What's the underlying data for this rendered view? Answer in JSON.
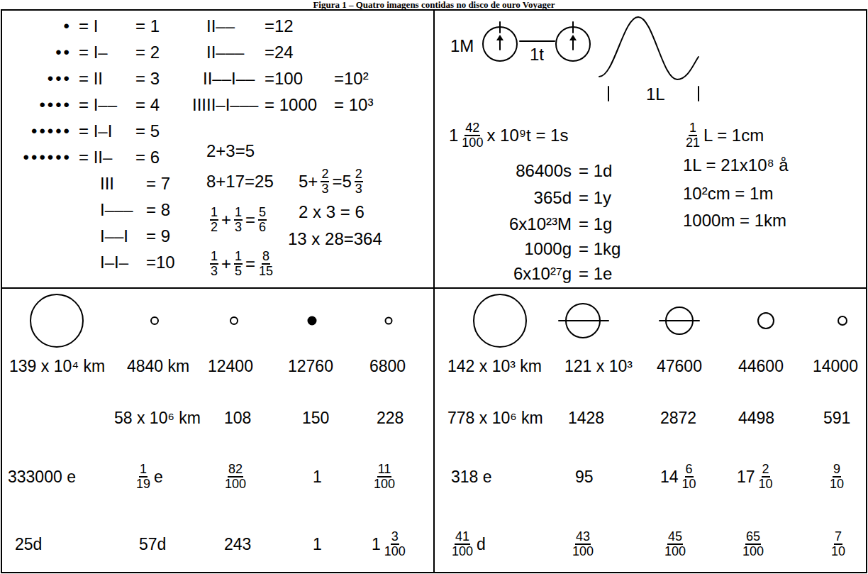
{
  "diagram": {
    "title": "Figura 1 – Quatro imagens contidas no disco de ouro Voyager",
    "nodes": [
      {
        "text": [
          "•",
          "= I",
          "= 1",
          "••",
          "= I–",
          "= 2",
          "•••",
          "= II",
          "= 3",
          "••••",
          "= I––",
          "= 4",
          "•••••",
          "= I–I",
          "= 5",
          "••••••",
          "= II–",
          "= 6",
          "III",
          "= 7",
          "I–––",
          "= 8",
          "I––I",
          "= 9",
          "I–I–",
          "=10",
          "II––",
          "=12",
          "II–––",
          "=24",
          "II––I––",
          "=100",
          "=10²",
          "IIIII–I–––",
          "= 1000",
          "= 10³",
          "2+3=5",
          "8+17=25",
          "5+",
          "2",
          "3",
          "=5",
          "2",
          "3",
          "1",
          "2",
          "+",
          "1",
          "3",
          "=",
          "5",
          "6",
          "2 x 3 = 6",
          "13 x 28=364",
          "1",
          "3",
          "+",
          "1",
          "5",
          "=",
          "8",
          "15"
        ]
      },
      {
        "text": [
          "1M",
          "1t",
          "1L",
          "1",
          "42",
          "100",
          "x 10⁹t = 1s",
          "1",
          "21",
          "L = 1cm",
          "86400s",
          "= 1d",
          "1L = 21x10⁸ å",
          "365d",
          "= 1y",
          "10²cm = 1m",
          "6x10²³M",
          "= 1g",
          "1000m = 1km",
          "1000g",
          "= 1kg",
          "6x10²⁷g",
          "= 1e"
        ]
      },
      {
        "text": [
          "139 x 10⁴ km",
          "4840 km",
          "12400",
          "12760",
          "6800",
          "58 x 10⁶ km",
          "108",
          "150",
          "228",
          "333000 e",
          "1",
          "19",
          "e",
          "82",
          "100",
          "1",
          "11",
          "100",
          "25d",
          "57d",
          "243",
          "1",
          "1",
          "3",
          "100"
        ]
      },
      {
        "text": [
          "142 x 10³ km",
          "121 x 10³",
          "47600",
          "44600",
          "14000",
          "778 x 10⁶ km",
          "1428",
          "2872",
          "4498",
          "591",
          "318 e",
          "95",
          "14",
          "6",
          "10",
          "17",
          "2",
          "10",
          "9",
          "10",
          "41",
          "100",
          "d",
          "43",
          "100",
          "45",
          "100",
          "65",
          "100",
          "7",
          "10"
        ]
      }
    ]
  }
}
